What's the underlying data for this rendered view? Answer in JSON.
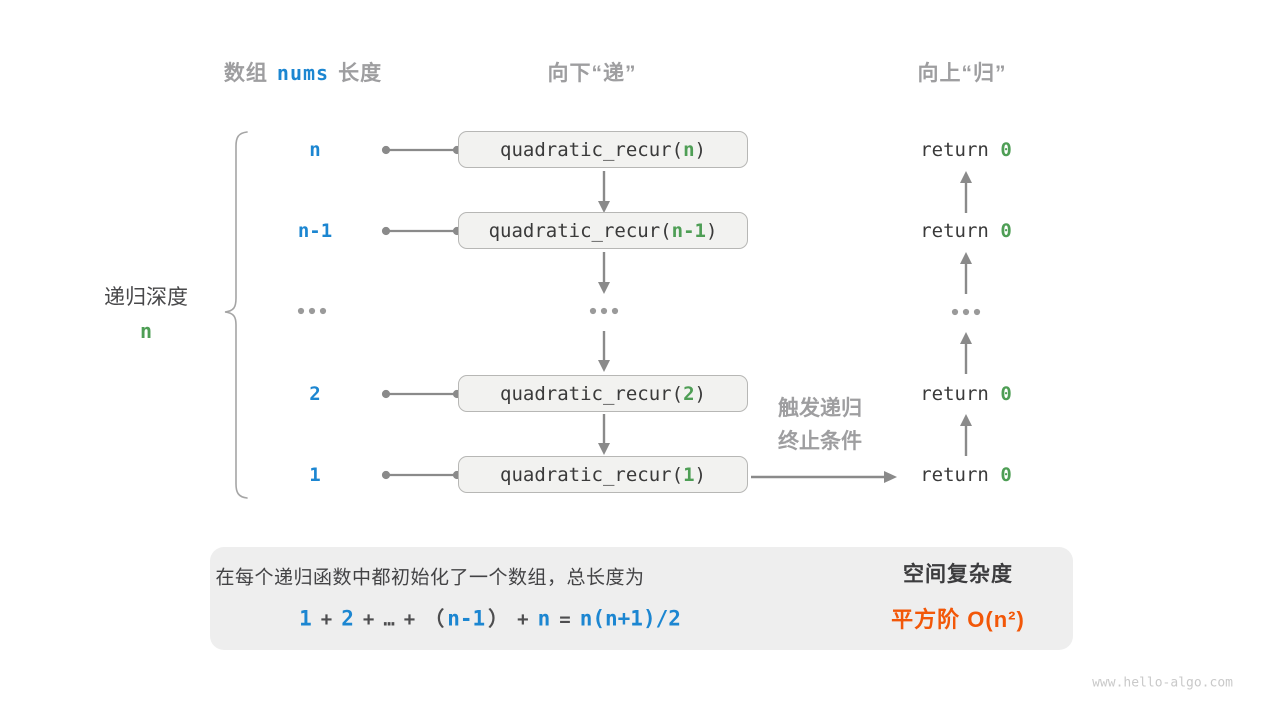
{
  "headers": {
    "left_pre": "数组",
    "left_code": "nums",
    "left_post": "长度",
    "center": "向下“递”",
    "right": "向上“归”"
  },
  "depth": {
    "label": "递归深度",
    "value": "n"
  },
  "rows": [
    {
      "length": "n",
      "call_open": "quadratic_recur(",
      "arg": "n",
      "call_close": ")",
      "ret": "return ",
      "ret_val": "0"
    },
    {
      "length": "n-1",
      "call_open": "quadratic_recur(",
      "arg": "n-1",
      "call_close": ")",
      "ret": "return ",
      "ret_val": "0"
    },
    {
      "length": "2",
      "call_open": "quadratic_recur(",
      "arg": "2",
      "call_close": ")",
      "ret": "return ",
      "ret_val": "0"
    },
    {
      "length": "1",
      "call_open": "quadratic_recur(",
      "arg": "1",
      "call_close": ")",
      "ret": "return ",
      "ret_val": "0"
    }
  ],
  "base_case": {
    "line1": "触发递归",
    "line2": "终止条件"
  },
  "summary": {
    "line1": "在每个递归函数中都初始化了一个数组，总长度为",
    "formula": {
      "t1": "1",
      "t2": "+",
      "t3": "2",
      "t4": "+",
      "t5": "…",
      "t6": "+",
      "t7": "（",
      "t8": "n-1",
      "t9": "）",
      "t10": "+",
      "t11": "n",
      "t12": "=",
      "t13": "n(n+1)/2"
    },
    "result_title": "空间复杂度",
    "result_value": "平方阶 O(n²)"
  },
  "watermark": "www.hello-algo.com",
  "colors": {
    "blue": "#1c86d1",
    "green": "#4e9e55",
    "orange": "#f25708",
    "gray_label": "#9e9ea0",
    "dark_text": "#3c3c3e",
    "box_fill": "#f2f2f0",
    "box_border": "#b7b7b5",
    "panel_fill": "#eeeeee",
    "arrow_gray": "#8a8a8a"
  }
}
